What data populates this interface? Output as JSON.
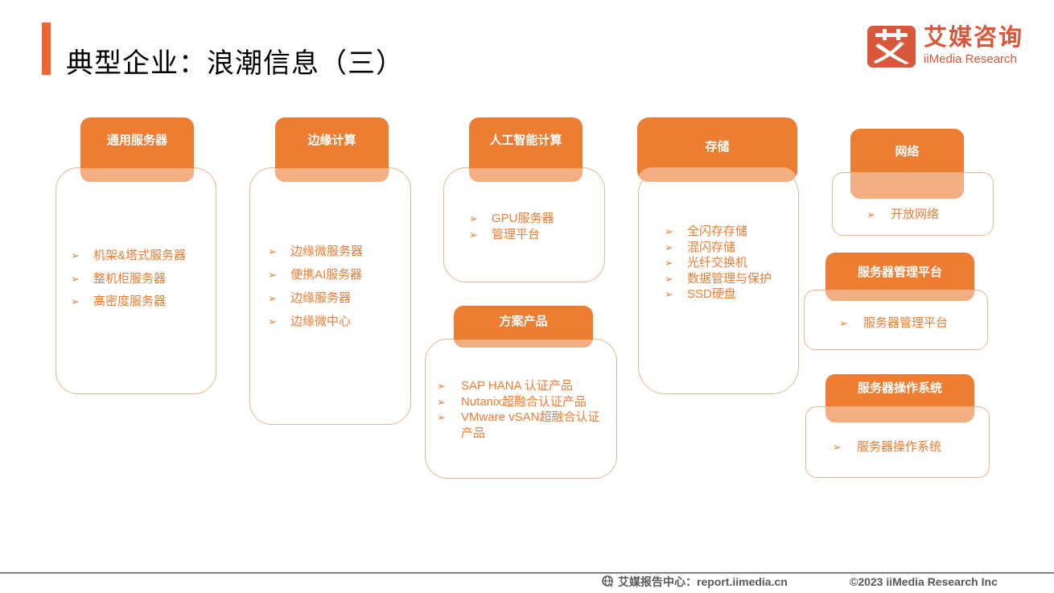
{
  "header": {
    "title": "典型企业：浪潮信息（三）",
    "accent_color": "#F26535"
  },
  "logo": {
    "mark_glyph": "艾",
    "cn": "艾媒咨询",
    "en": "iiMedia Research",
    "color": "#D9573A"
  },
  "bullet_icon": "arrowhead-bullet",
  "bullet_glyph": "➢",
  "categories": [
    {
      "title": "通用服务器",
      "items": [
        "机架&塔式服务器",
        "整机柜服务器",
        "高密度服务器"
      ]
    },
    {
      "title": "边缘计算",
      "items": [
        "边缘微服务器",
        "便携AI服务器",
        "边缘服务器",
        "边缘微中心"
      ]
    },
    {
      "title": "人工智能计算",
      "items": [
        "GPU服务器",
        "管理平台"
      ]
    },
    {
      "title": "方案产品",
      "items": [
        "SAP HANA 认证产品",
        "Nutanix超融合认证产品",
        "VMware vSAN超融合认证产品"
      ]
    },
    {
      "title": "存储",
      "items": [
        "全闪存存储",
        "混闪存储",
        "光纤交换机",
        "数据管理与保护",
        "SSD硬盘"
      ]
    },
    {
      "title": "网络",
      "items": [
        "开放网络"
      ]
    },
    {
      "title": "服务器管理平台",
      "items": [
        "服务器管理平台"
      ]
    },
    {
      "title": "服务器操作系统",
      "items": [
        "服务器操作系统"
      ]
    }
  ],
  "footer": {
    "source": "艾媒报告中心：report.iimedia.cn",
    "copyright": "©2023  iiMedia Research  Inc"
  },
  "colors": {
    "tab": "#ED7D31",
    "tab_fade": "#F4AE84",
    "card_border": "#EBB48F",
    "item_text": "#ED7D31"
  }
}
